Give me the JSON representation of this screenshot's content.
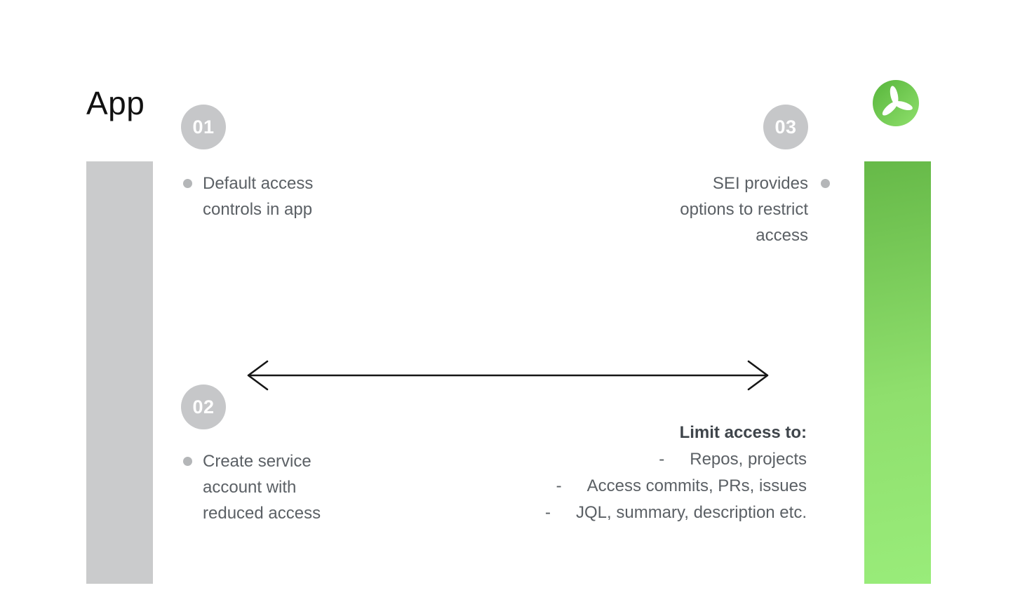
{
  "header": {
    "app_label": "App"
  },
  "logo": {
    "name": "sei-propeller-logo"
  },
  "steps": {
    "step1": {
      "number": "01",
      "text": "Default access controls in app"
    },
    "step2": {
      "number": "02",
      "text": "Create service account with reduced access"
    },
    "step3": {
      "number": "03",
      "text": "SEI provides options to restrict access"
    }
  },
  "limit_access": {
    "title": "Limit access to:",
    "items": [
      {
        "dash": "-",
        "text": "Repos, projects"
      },
      {
        "dash": "-",
        "text": "Access commits, PRs, issues"
      },
      {
        "dash": "-",
        "text": "JQL, summary, description etc."
      }
    ]
  },
  "colors": {
    "gray_bar": "#cacbcc",
    "green_bar_top": "#66b948",
    "green_bar_bottom": "#99ec7a",
    "badge_background": "#c6c7c9",
    "body_text": "#5b6065",
    "title_text": "#3f454b",
    "arrow": "#161616"
  }
}
